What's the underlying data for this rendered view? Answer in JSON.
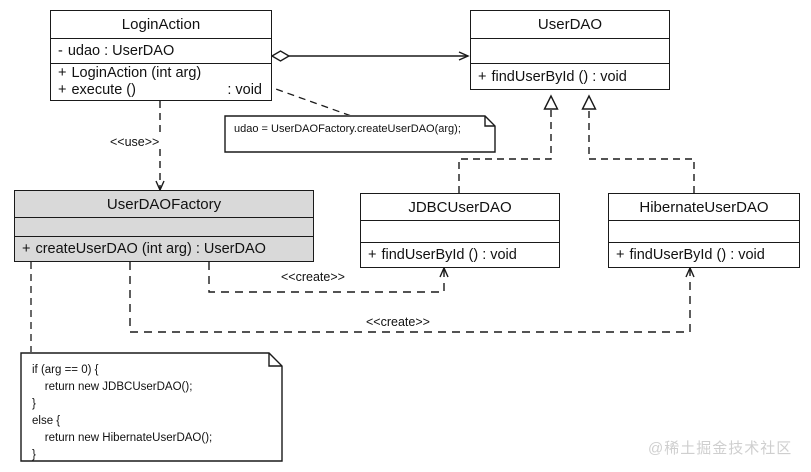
{
  "diagram": {
    "title": "Factory Method / DAO UML class diagram",
    "type": "uml-class-diagram",
    "background": "#ffffff",
    "line_color": "#1a1a1a",
    "shaded_fill": "#d9d9d9"
  },
  "classes": {
    "login_action": {
      "name": "LoginAction",
      "attributes": [
        {
          "visibility": "-",
          "text": "udao : UserDAO"
        }
      ],
      "operations": [
        {
          "visibility": "+",
          "text": "LoginAction (int arg)",
          "return": ""
        },
        {
          "visibility": "+",
          "text": "execute ()",
          "return": ": void"
        }
      ]
    },
    "user_dao": {
      "name": "UserDAO",
      "stereotype_icon": "interface-lollipop-icon",
      "attributes": [],
      "operations": [
        {
          "visibility": "+",
          "text": "findUserById () : void",
          "return": ""
        }
      ]
    },
    "user_dao_factory": {
      "name": "UserDAOFactory",
      "attributes": [],
      "operations": [
        {
          "visibility": "+",
          "text": "createUserDAO (int arg) : UserDAO",
          "return": ""
        }
      ]
    },
    "jdbc_user_dao": {
      "name": "JDBCUserDAO",
      "attributes": [],
      "operations": [
        {
          "visibility": "+",
          "text": "findUserById () : void",
          "return": ""
        }
      ]
    },
    "hibernate_user_dao": {
      "name": "HibernateUserDAO",
      "attributes": [],
      "operations": [
        {
          "visibility": "+",
          "text": "findUserById () : void",
          "return": ""
        }
      ]
    }
  },
  "notes": {
    "assignment_note": {
      "text": "udao = UserDAOFactory.createUserDAO(arg);"
    },
    "code_note": {
      "lines": [
        "if (arg == 0) {",
        "    return new JDBCUserDAO();",
        "}",
        "else {",
        "    return new HibernateUserDAO();",
        "}"
      ]
    }
  },
  "relationships": {
    "use_label": "<<use>>",
    "create_label_jdbc": "<<create>>",
    "create_label_hibernate": "<<create>>"
  },
  "watermark": {
    "text": "@稀土掘金技术社区"
  }
}
